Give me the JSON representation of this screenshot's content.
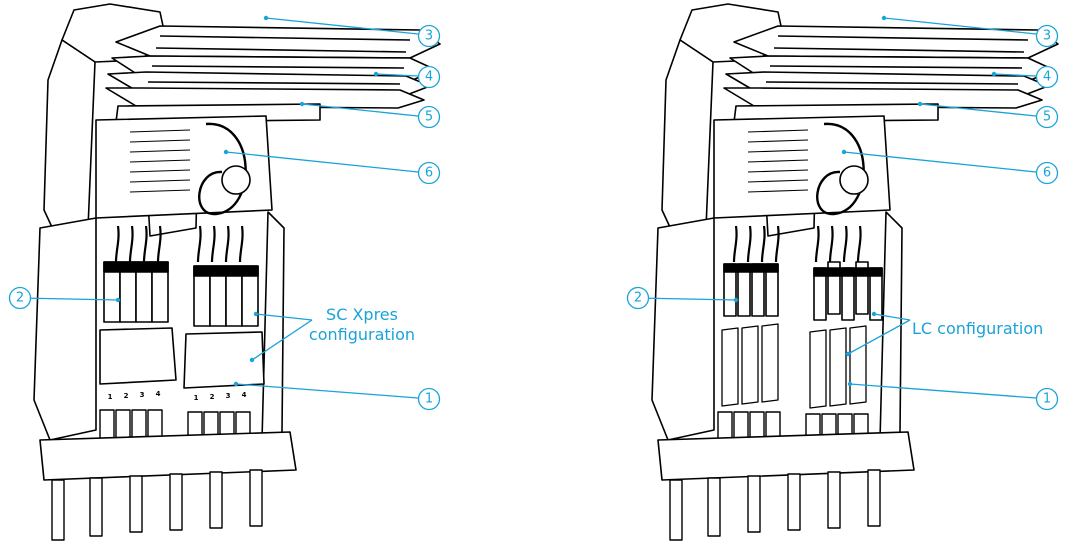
{
  "palette": {
    "callout": "#1aa3d9",
    "line": "#000000",
    "fill": "#ffffff"
  },
  "left": {
    "config_label_line1": "SC Xpres",
    "config_label_line2": "configuration",
    "port_numbers": [
      "1",
      "2",
      "3",
      "4",
      "1",
      "2",
      "3",
      "4"
    ],
    "callouts": [
      "3",
      "4",
      "5",
      "6",
      "2",
      "1"
    ]
  },
  "right": {
    "config_label": "LC configuration",
    "callouts": [
      "3",
      "4",
      "5",
      "6",
      "2",
      "1"
    ]
  }
}
